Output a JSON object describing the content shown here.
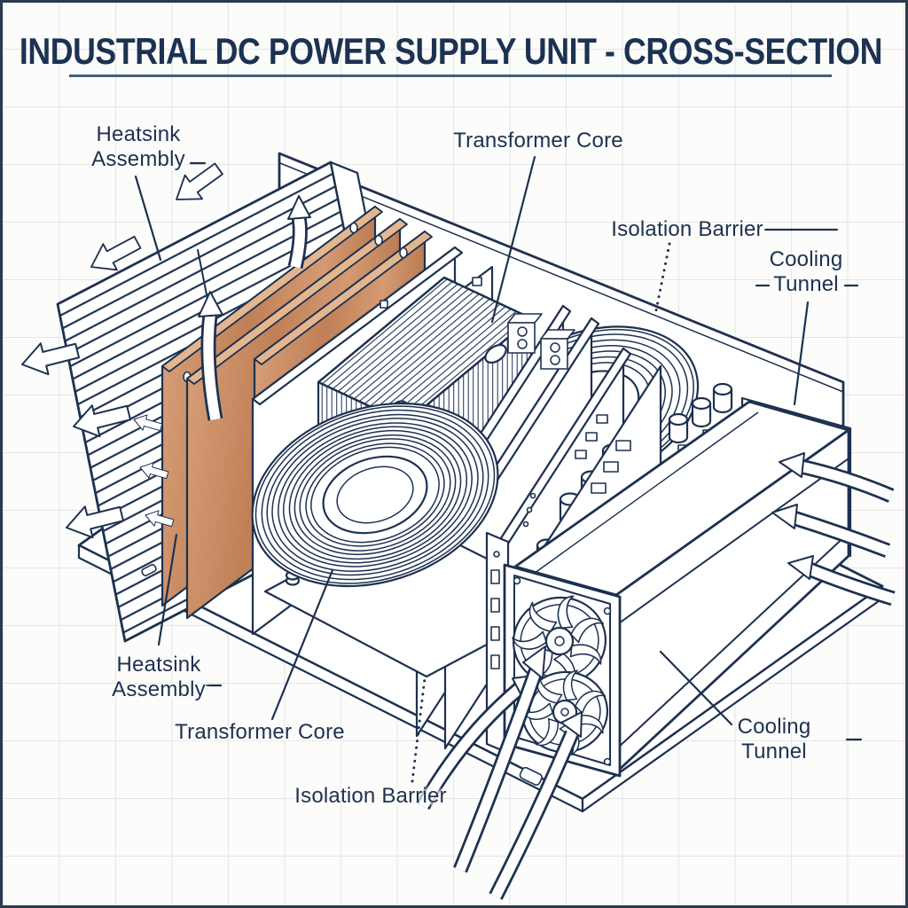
{
  "title": {
    "text": "INDUSTRIAL DC POWER SUPPLY UNIT - CROSS-SECTION"
  },
  "labels": {
    "heatsink_top": "Heatsink\nAssembly",
    "transformer_top": "Transformer Core",
    "isolation_top": "Isolation Barrier",
    "cooling_top": "Cooling\nTunnel",
    "heatsink_bottom": "Heatsink\nAssembly",
    "transformer_bottom": "Transformer Core",
    "isolation_bottom": "Isolation Barrier",
    "cooling_bottom": "Cooling Tunnel"
  },
  "colors": {
    "ink": "#1d3150",
    "copper": "#c9906a",
    "copperlight": "#e4b68f",
    "paper": "#fcfcfb",
    "grid": "#e5e5e3",
    "frame": "#2c3b4d",
    "titleink": "#1c3252",
    "underline": "#41607e"
  },
  "parts": [
    "heatsink-assembly",
    "copper-bus-plates",
    "control-pcb",
    "transformer-core",
    "isolation-barrier",
    "output-pcb",
    "fan-stack",
    "cooling-tunnel",
    "backplane",
    "baseplate",
    "airflow-arrows"
  ]
}
